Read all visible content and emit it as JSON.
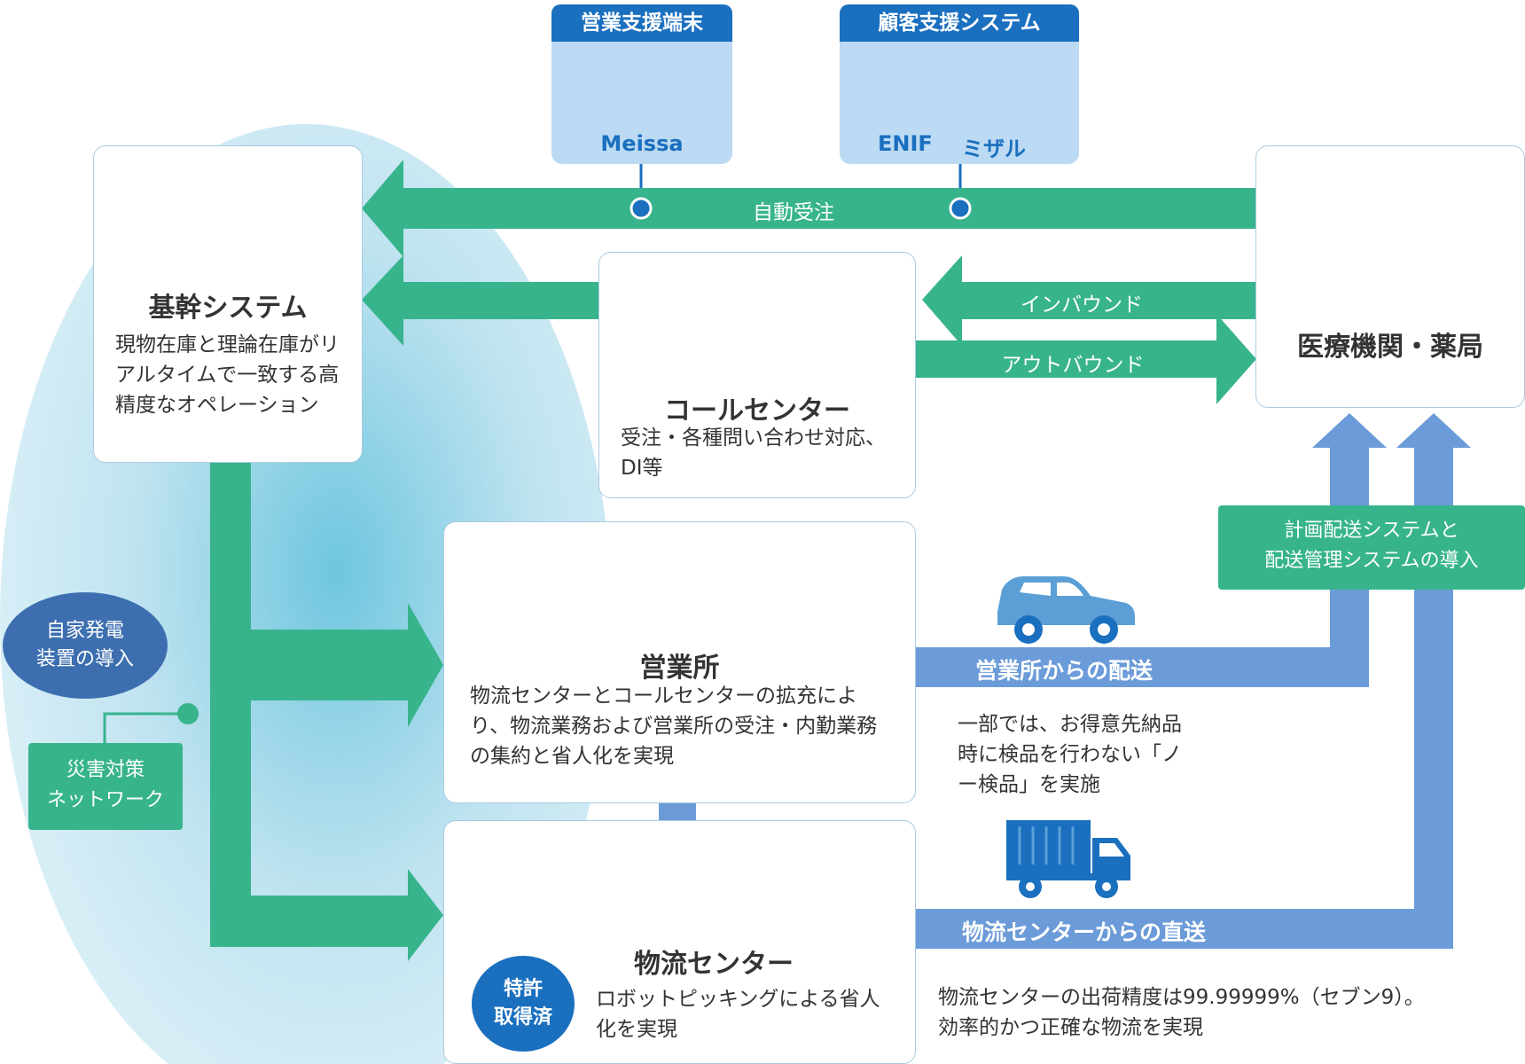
{
  "systems": {
    "sales_support": {
      "header": "営業支援端末",
      "items": [
        "Meissa"
      ]
    },
    "customer_support": {
      "header": "顧客支援システム",
      "items": [
        "ENIF",
        "ミザル"
      ]
    }
  },
  "core": {
    "title": "基幹システム",
    "desc": "現物在庫と理論在庫がリアルタイムで一致する高精度なオペレーション"
  },
  "call_center": {
    "title": "コールセンター",
    "desc": "受注・各種問い合わせ対応、DI等"
  },
  "medical": {
    "title": "医療機関・薬局"
  },
  "sales_office": {
    "title": "営業所",
    "desc": "物流センターとコールセンターの拡充により、物流業務および営業所の受注・内勤業務の集約と省人化を実現"
  },
  "logistics": {
    "title": "物流センター",
    "desc": "ロボットピッキングによる省人化を実現",
    "badge": "特許\n取得済"
  },
  "arrows": {
    "auto_order": "自動受注",
    "inbound": "インバウンド",
    "outbound": "アウトバウンド",
    "from_office": "営業所からの配送",
    "from_center": "物流センターからの直送"
  },
  "planning": "計画配送システムと\n配送管理システムの導入",
  "power": "自家発電\n装置の導入",
  "disaster": "災害対策\nネットワーク",
  "notes": {
    "no_inspection": "一部では、お得意先納品時に検品を行わない「ノー検品」を実施",
    "accuracy": "物流センターの出荷精度は99.99999%（セブン9）。\n効率的かつ正確な物流を実現"
  },
  "colors": {
    "green": "#37b48c",
    "blue": "#6b9bd8",
    "dark_blue": "#1a6fbf",
    "icon_blue": "#5b9fd6",
    "navy": "#3d6fb0"
  }
}
